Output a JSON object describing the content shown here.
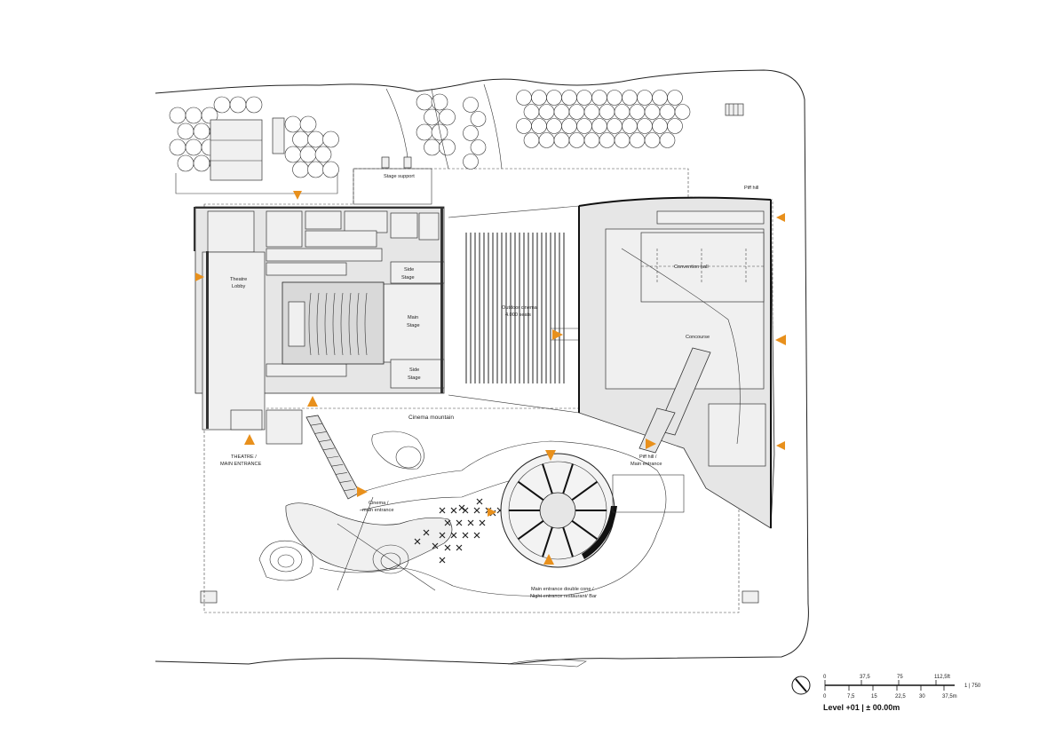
{
  "labels": {
    "stage_support": "Stage support",
    "piff_hill_top": "Piff hill",
    "theatre_lobby_1": "Theatre",
    "theatre_lobby_2": "Lobby",
    "side_stage_1a": "Side",
    "side_stage_1b": "Stage",
    "main_stage_1": "Main",
    "main_stage_2": "Stage",
    "side_stage_2a": "Side",
    "side_stage_2b": "Stage",
    "outdoor_cinema_1": "Outdoor cinema",
    "outdoor_cinema_2": "4.000 seats",
    "convention_hall": "Convention hall",
    "concourse": "Concourse",
    "cinema_mountain": "Cinema mountain",
    "theatre_entrance_1": "THEATRE /",
    "theatre_entrance_2": "MAIN ENTRANCE",
    "piff_hill_entrance_1": "Piff hill /",
    "piff_hill_entrance_2": "Main entrance",
    "cinema_entrance_1": "Cinema /",
    "cinema_entrance_2": "main entrance",
    "double_cone_1": "Main entrance double cone /",
    "double_cone_2": "Night entrance restaurant/ Bar"
  },
  "scale_bar": {
    "feet_ticks": [
      "0",
      "37,5",
      "75",
      "112,5ft"
    ],
    "meter_ticks": [
      "0",
      "7,5",
      "15",
      "22,5",
      "30",
      "37,5m"
    ],
    "ratio": "1 | 750"
  },
  "level_title": "Level +01 | ± 00.00m",
  "icons": {
    "north": "north-arrow-icon",
    "entrance": "entrance-arrow-icon"
  },
  "colors": {
    "accent": "#e8901c",
    "line": "#222222",
    "fill": "#e6e6e6"
  }
}
